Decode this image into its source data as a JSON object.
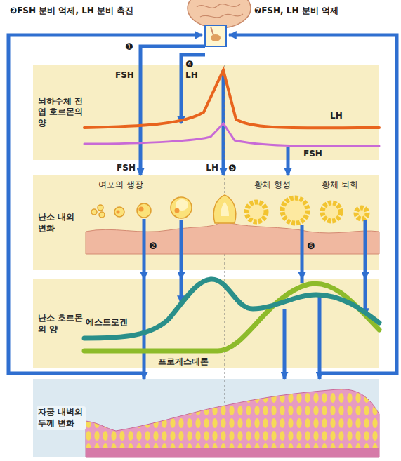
{
  "diagram": {
    "nodes": [
      {
        "text": [
          "뇌하수체 전엽 호르몬의 양"
        ]
      },
      {
        "text": [
          "난소 내의 변화"
        ]
      },
      {
        "text": [
          "난소 호르몬의 양"
        ]
      },
      {
        "text": [
          "자궁 내벽의 두께 변화"
        ]
      }
    ],
    "edges": [
      {
        "from": 0,
        "to": 1,
        "arrow": "to",
        "label": "FSH"
      },
      {
        "from": 0,
        "to": 1,
        "arrow": "to",
        "label": "LH"
      },
      {
        "from": 0,
        "to": 1,
        "arrow": "to"
      },
      {
        "from": 1,
        "to": 2,
        "arrow": "to"
      },
      {
        "from": 1,
        "to": 2,
        "arrow": "to"
      },
      {
        "from": 1,
        "to": 2,
        "arrow": "to"
      },
      {
        "from": 1,
        "to": 2,
        "arrow": "to"
      },
      {
        "from": 2,
        "to": 3,
        "arrow": "to"
      },
      {
        "from": 2,
        "to": 3,
        "arrow": "to"
      },
      {
        "from": 2,
        "to": 3,
        "arrow": "to"
      }
    ],
    "labels": [
      "❸FSH 분비 억제, LH 분비 촉진",
      "❼FSH, LH 분비 억제",
      "❶",
      "FSH",
      "❹",
      "LH",
      "LH",
      "FSH",
      "❺",
      "여포의 생장",
      "황체 형성",
      "황체 퇴화",
      "❷",
      "❻",
      "에스트로겐",
      "프로게스테론"
    ]
  }
}
